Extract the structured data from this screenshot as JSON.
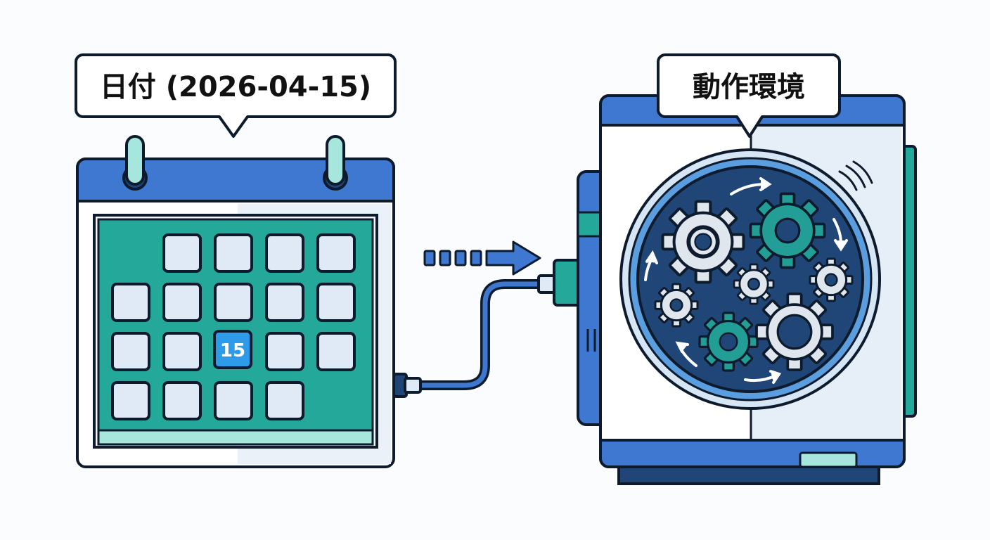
{
  "left_label": {
    "text": "日付 (2026-04-15)"
  },
  "right_label": {
    "text": "動作環境"
  },
  "calendar": {
    "highlighted_day": "15",
    "grid_rows": 4,
    "grid_cols": 5
  },
  "colors": {
    "outline": "#0e1b2c",
    "primary_blue": "#3f78d0",
    "teal": "#23a89a",
    "light_teal": "#a6e6dc",
    "tile_fill": "#dfeaf6",
    "highlight_blue": "#2e9be8",
    "dark_navy": "#1f4677",
    "gear_light": "#dfe6ee",
    "gear_teal": "#239e96"
  },
  "icons": [
    "calendar-icon",
    "dashed-arrow-icon",
    "cable-icon",
    "machine-icon",
    "gears-icon"
  ]
}
